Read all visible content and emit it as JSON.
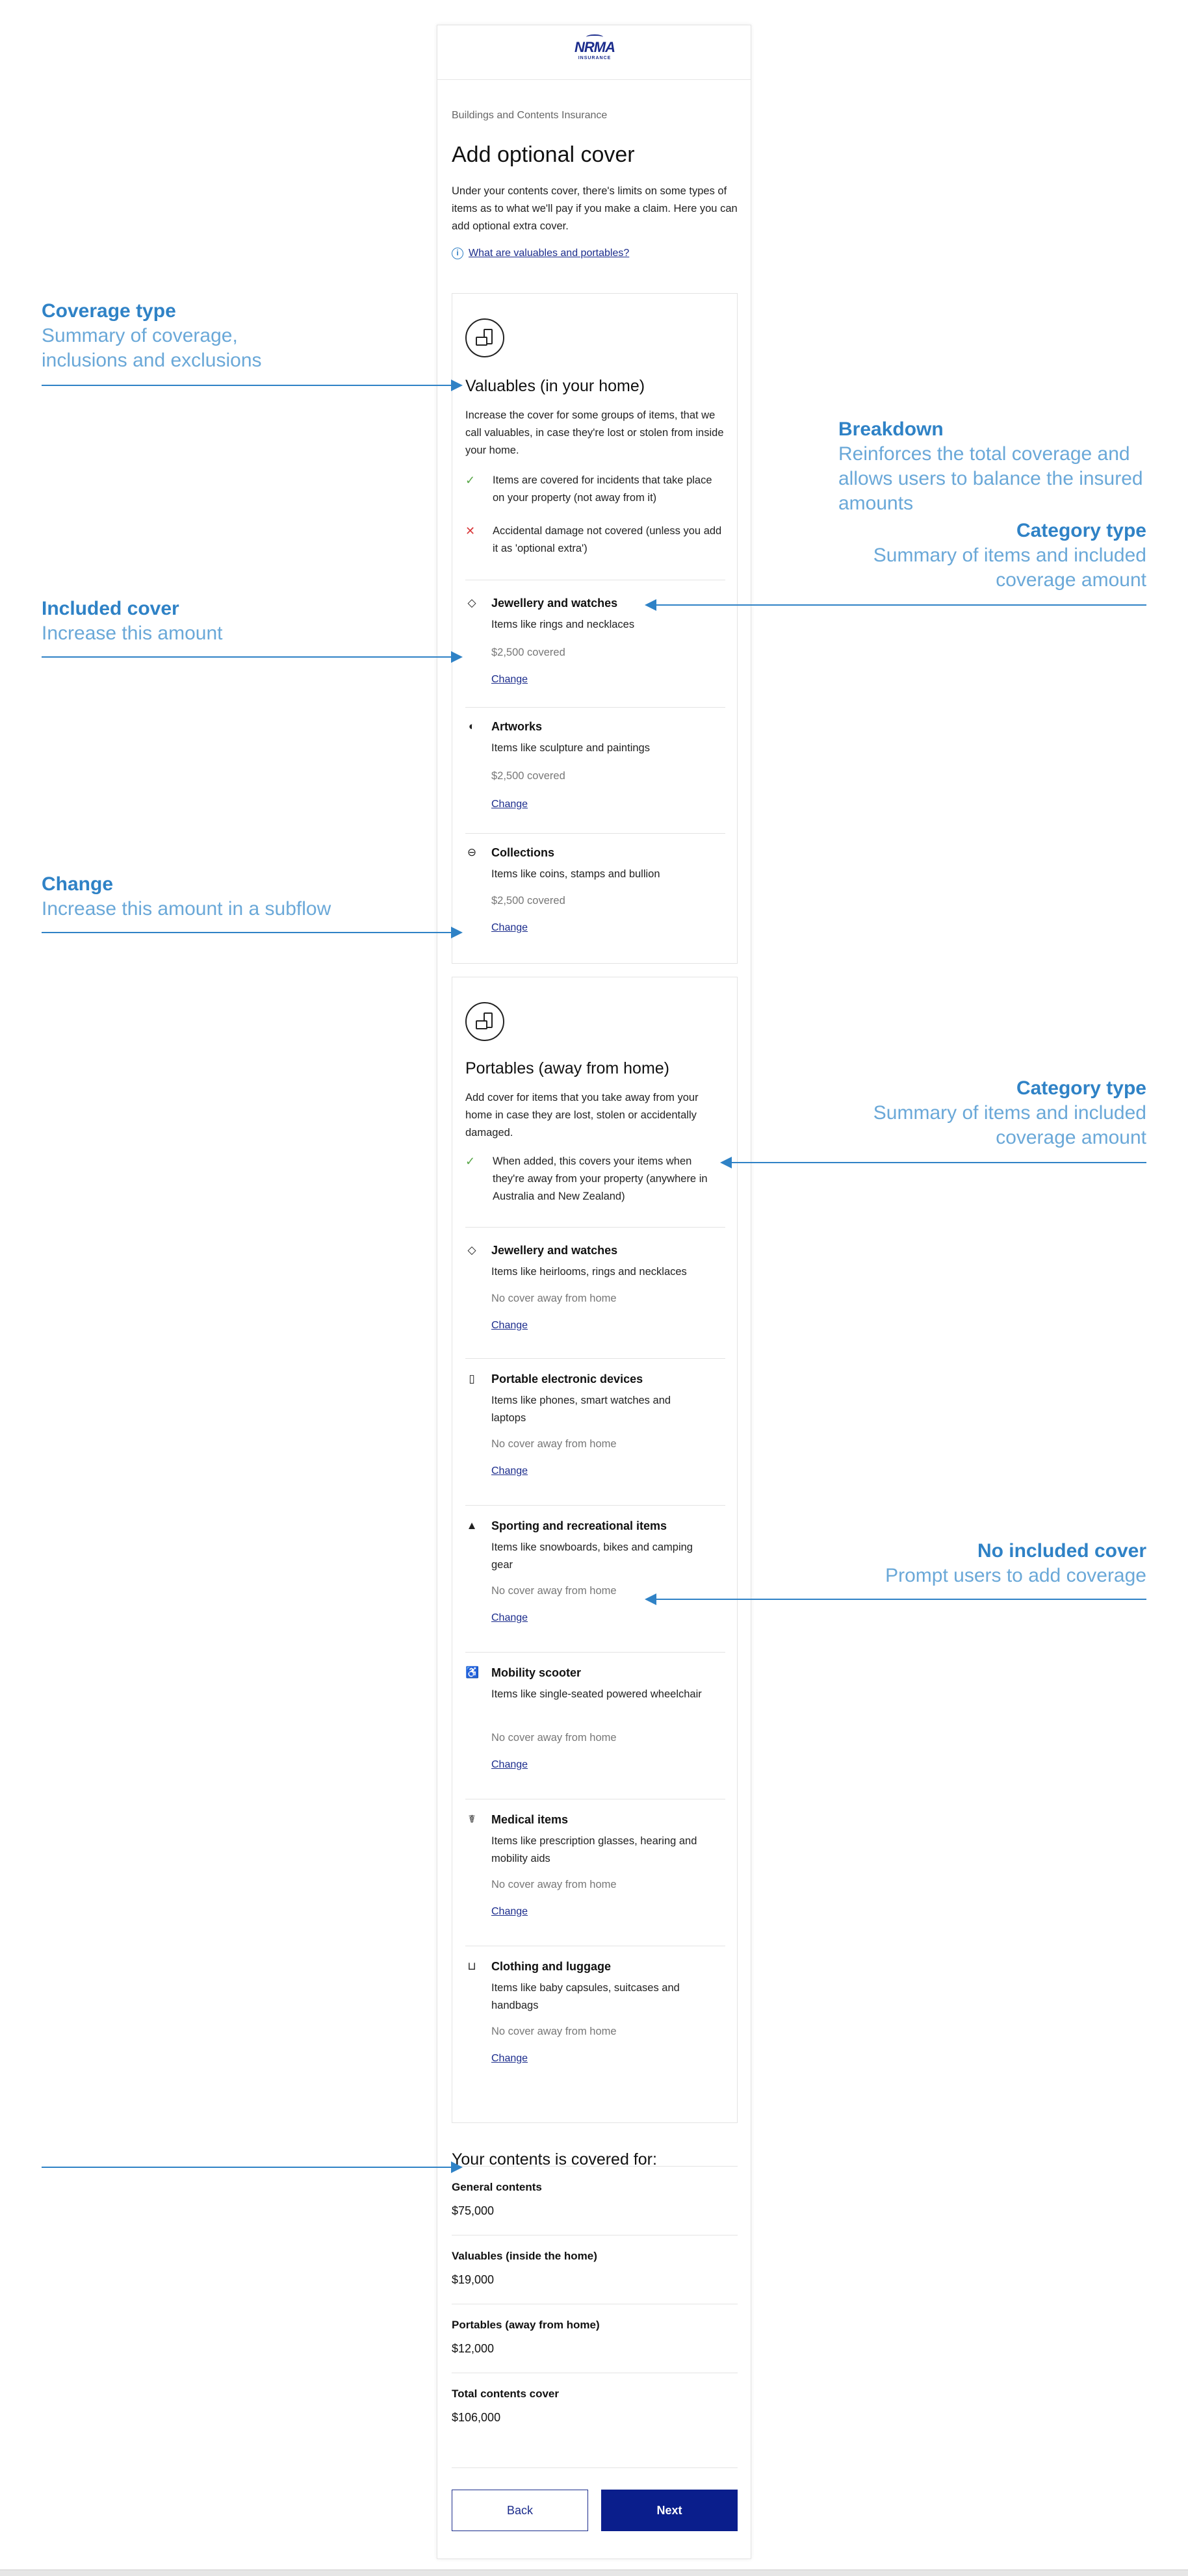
{
  "brand": {
    "logo_text": "NRMA",
    "logo_sub": "INSURANCE",
    "primary_color": "#1b2c8c",
    "annotation_color": "#2f82c6"
  },
  "header": {
    "breadcrumb": "Buildings and Contents Insurance",
    "title": "Add optional cover",
    "intro": "Under your contents cover, there's limits on some types of items as to what we'll pay if you make a claim.  Here you can add optional extra cover.",
    "info_link": "What are valuables and portables?"
  },
  "valuables": {
    "title": "Valuables (in your home)",
    "description": "Increase the cover for some groups of items, that we call valuables, in case they're lost or stolen from inside your home.",
    "features": [
      {
        "type": "tick",
        "text": "Items are covered for incidents that take place on your property (not away from it)"
      },
      {
        "type": "cross",
        "text": "Accidental damage not covered (unless you add it as 'optional extra')"
      }
    ],
    "items": [
      {
        "icon": "diamond-icon",
        "name": "Jewellery and watches",
        "desc": "Items like rings and necklaces",
        "amount": "$2,500 covered",
        "change": "Change"
      },
      {
        "icon": "palette-icon",
        "name": "Artworks",
        "desc": "Items like sculpture and paintings",
        "amount": "$2,500 covered",
        "change": "Change"
      },
      {
        "icon": "coin-stack-icon",
        "name": "Collections",
        "desc": "Items like coins, stamps and bullion",
        "amount": "$2,500 covered",
        "change": "Change"
      }
    ]
  },
  "portables": {
    "title": "Portables (away from home)",
    "description": "Add cover for items that you take away from your home in case they are lost, stolen or accidentally damaged.",
    "features": [
      {
        "type": "tick",
        "text": "When added, this covers your items when they're away from your property (anywhere in Australia and New Zealand)"
      }
    ],
    "items": [
      {
        "icon": "diamond-icon",
        "name": "Jewellery and watches",
        "desc": "Items like heirlooms, rings and necklaces",
        "amount": "No cover away from home",
        "change": "Change"
      },
      {
        "icon": "device-icon",
        "name": "Portable electronic devices",
        "desc": "Items like phones, smart watches and laptops",
        "amount": "No cover away from home",
        "change": "Change"
      },
      {
        "icon": "mountain-icon",
        "name": "Sporting and recreational items",
        "desc": "Items like snowboards, bikes and camping gear",
        "amount": "No cover away from home",
        "change": "Change"
      },
      {
        "icon": "wheelchair-icon",
        "name": "Mobility scooter",
        "desc": "Items like single-seated powered wheelchair",
        "amount": "No cover away from home",
        "change": "Change"
      },
      {
        "icon": "walking-aid-icon",
        "name": "Medical items",
        "desc": "Items like prescription glasses, hearing and mobility aids",
        "amount": "No cover away from home",
        "change": "Change"
      },
      {
        "icon": "luggage-icon",
        "name": "Clothing and luggage",
        "desc": "Items like baby capsules, suitcases and handbags",
        "amount": "No cover away from home",
        "change": "Change"
      }
    ]
  },
  "summary": {
    "title": "Your contents is covered for:",
    "rows": [
      {
        "label": "General contents",
        "value": "$75,000"
      },
      {
        "label": "Valuables (inside the home)",
        "value": "$19,000"
      },
      {
        "label": "Portables (away from home)",
        "value": "$12,000"
      },
      {
        "label": "Total contents cover",
        "value": "$106,000"
      }
    ]
  },
  "buttons": {
    "back": "Back",
    "next": "Next"
  },
  "annotations": {
    "coverage_type": {
      "heading": "Coverage type",
      "sub": "Summary of coverage, inclusions and exclusions"
    },
    "included_cover": {
      "heading": "Included cover",
      "sub": "Increase this amount"
    },
    "change": {
      "heading": "Change",
      "sub": "Increase this amount in a subflow"
    },
    "category_type_1": {
      "heading": "Category type",
      "sub": "Summary of items and included coverage amount"
    },
    "category_type_2": {
      "heading": "Category type",
      "sub": "Summary of items and included coverage amount"
    },
    "no_included_cover": {
      "heading": "No included cover",
      "sub": "Prompt users to add coverage"
    },
    "breakdown": {
      "heading": "Breakdown",
      "sub": "Reinforces the total coverage and allows users to balance the insured amounts"
    }
  }
}
